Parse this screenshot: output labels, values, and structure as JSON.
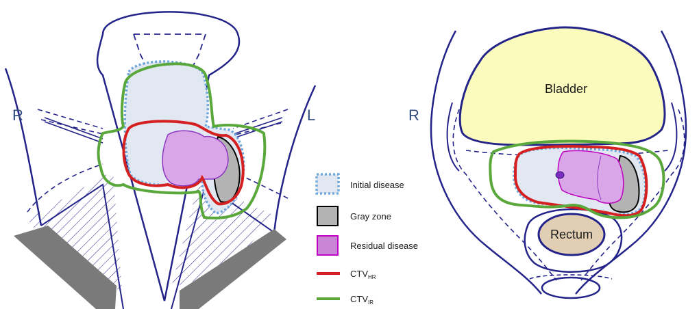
{
  "side_labels": {
    "left_panel_right": "R",
    "left_panel_left": "L",
    "right_panel_right": "R"
  },
  "organs": {
    "bladder": "Bladder",
    "rectum": "Rectum"
  },
  "legend": {
    "initial_disease": "Initial disease",
    "gray_zone": "Gray zone",
    "residual_disease": "Residual disease",
    "ctv_hr_main": "CTV",
    "ctv_hr_sub": "HR",
    "ctv_ir_main": "CTV",
    "ctv_ir_sub": "IR"
  },
  "colors": {
    "outline": "#23238a",
    "initial_fill": "#e2e8f2",
    "initial_border": "#6fa8dc",
    "gray_fill": "#b3b3b3",
    "residual_fill": "#d9a6e8",
    "residual_border": "#c000c0",
    "ctv_hr": "#d42020",
    "ctv_ir": "#5aa83c",
    "bladder_fill": "#fbfbbd",
    "rectum_fill": "#e2ceb3",
    "bone_gray": "#7a7a7a"
  }
}
